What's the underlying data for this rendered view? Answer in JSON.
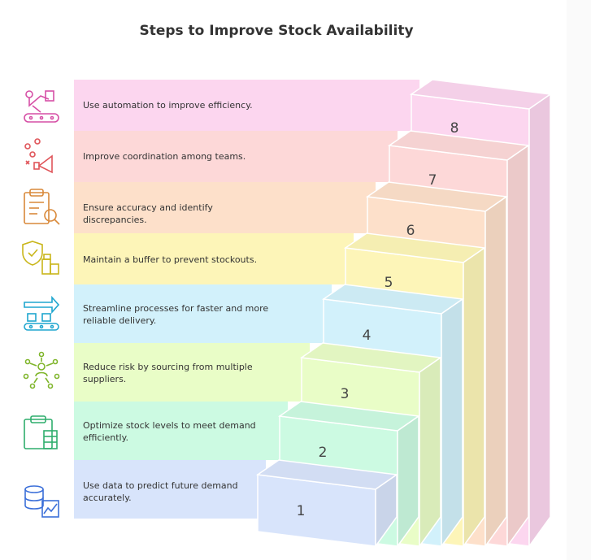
{
  "title": "Steps to Improve Stock Availability",
  "steps": [
    {
      "number": "1",
      "text": "Use data to predict future demand accurately.",
      "icon": "database-chart-icon",
      "color": "#d8e4fb"
    },
    {
      "number": "2",
      "text": "Optimize stock levels to meet demand efficiently.",
      "icon": "clipboard-shelves-icon",
      "color": "#ccfae2"
    },
    {
      "number": "3",
      "text": "Reduce risk by sourcing from multiple suppliers.",
      "icon": "supplier-network-icon",
      "color": "#e9fdc7"
    },
    {
      "number": "4",
      "text": "Streamline processes for faster and more reliable delivery.",
      "icon": "conveyor-arrow-icon",
      "color": "#d2f1fb"
    },
    {
      "number": "5",
      "text": "Maintain a buffer to prevent stockouts.",
      "icon": "shield-boxes-icon",
      "color": "#fdf5b8"
    },
    {
      "number": "6",
      "text": "Ensure accuracy and identify discrepancies.",
      "icon": "clipboard-search-icon",
      "color": "#fde0ca"
    },
    {
      "number": "7",
      "text": "Improve coordination among teams.",
      "icon": "team-megaphone-icon",
      "color": "#fdd8d8"
    },
    {
      "number": "8",
      "text": "Use automation to improve efficiency.",
      "icon": "robot-arm-icon",
      "color": "#fcd6ef"
    }
  ],
  "icon_colors": {
    "1": "#3b6fd9",
    "2": "#2fae6d",
    "3": "#7fb52b",
    "4": "#1fa6cf",
    "5": "#c9b61a",
    "6": "#d9893a",
    "7": "#e0555a",
    "8": "#d64fa6"
  }
}
